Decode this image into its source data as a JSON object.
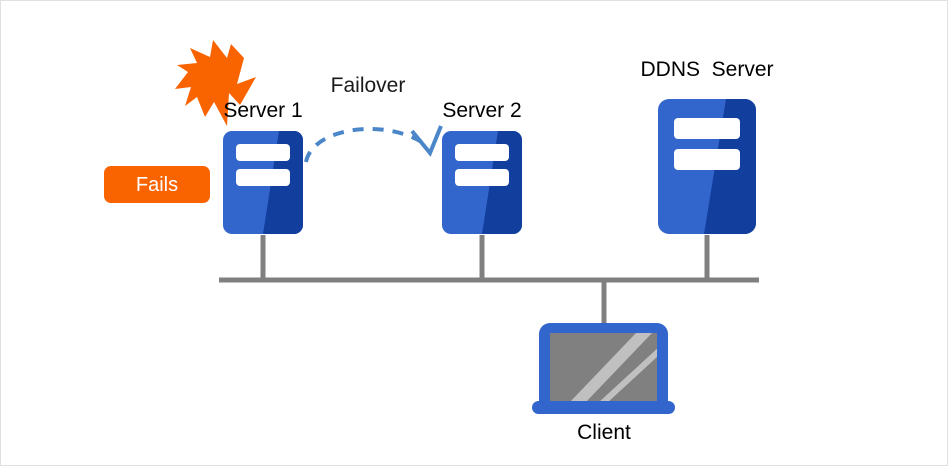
{
  "diagram": {
    "title": "DDNS server failover network diagram",
    "background_color": "#ffffff",
    "border_color": "#e0e0e0"
  },
  "colors": {
    "server_light_blue": "#3366cc",
    "server_dark_blue": "#123e9e",
    "server_face_white": "#ffffff",
    "accent_orange": "#fa6400",
    "bus_gray": "#808080",
    "screen_gray": "#808080",
    "screen_glare_gray": "#c0c0c0",
    "monitor_blue": "#3366cc",
    "failover_arc_blue": "#4a86c8",
    "label_black": "#000000"
  },
  "nodes": {
    "server1": {
      "label": "Server 1",
      "icon": "server-icon",
      "status": "failed"
    },
    "server2": {
      "label": "Server 2",
      "icon": "server-icon",
      "status": "active"
    },
    "ddns": {
      "label": "DDNS  Server",
      "icon": "server-icon",
      "status": "active"
    },
    "client": {
      "label": "Client",
      "icon": "monitor-icon"
    }
  },
  "badges": {
    "fails": {
      "label": "Fails",
      "color": "#fa6400",
      "text_color": "#ffffff"
    }
  },
  "edges": {
    "failover": {
      "label": "Failover",
      "style": "dashed-arc",
      "from": "server1",
      "to": "server2",
      "color": "#4a86c8"
    }
  },
  "icons": {
    "burst": "lightning-burst-icon",
    "bus": "network-bus-line",
    "server1_drop": "connector-line",
    "server2_drop": "connector-line",
    "ddns_drop": "connector-line",
    "client_drop": "connector-line"
  }
}
